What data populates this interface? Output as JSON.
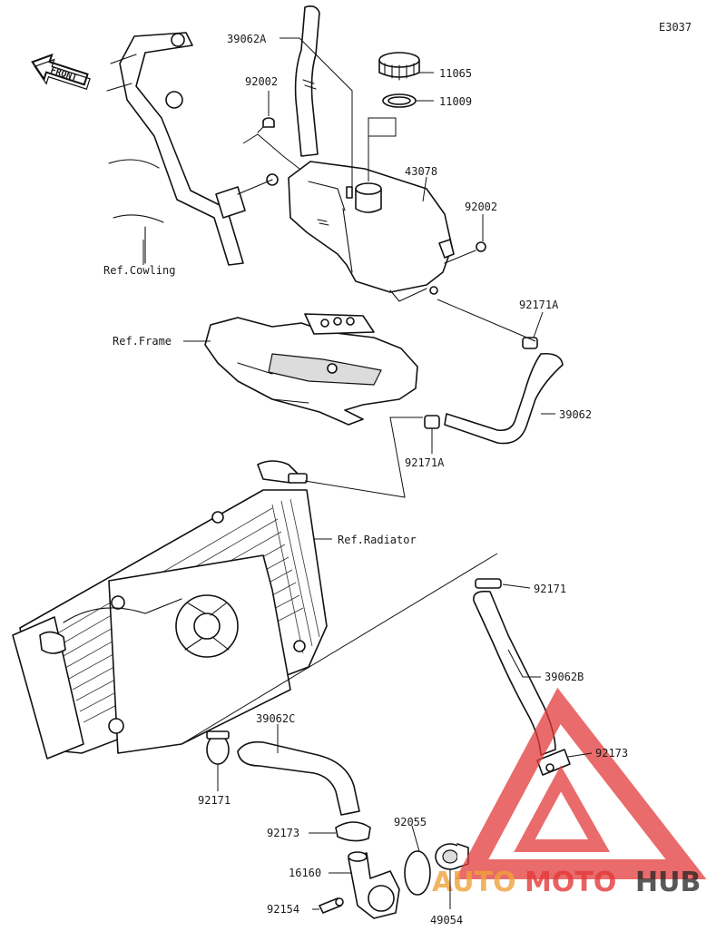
{
  "diagram_code": "E3037",
  "front_badge": "FRONT",
  "labels": {
    "hose_a": "39062A",
    "bolt_upper": "92002",
    "cap": "11065",
    "gasket": "11009",
    "reservoir": "43078",
    "bolt_right": "92002",
    "clamp_a_upper": "92171A",
    "hose_main": "39062",
    "clamp_a_lower": "92171A",
    "ref_cowling": "Ref.Cowling",
    "ref_frame": "Ref.Frame",
    "ref_radiator": "Ref.Radiator",
    "clamp_small": "92171",
    "hose_b": "39062B",
    "hose_c": "39062C",
    "clamp_c": "92171",
    "clamp_right": "92173",
    "clamp_left": "92173",
    "oring": "92055",
    "housing": "16160",
    "bolt_housing": "92154",
    "thermostat": "49054"
  },
  "watermark": {
    "text_auto": "AUTO",
    "text_moto": "MOTO",
    "text_hub": "HUB",
    "color_red": "#e43a3a",
    "color_dark": "#222222"
  }
}
